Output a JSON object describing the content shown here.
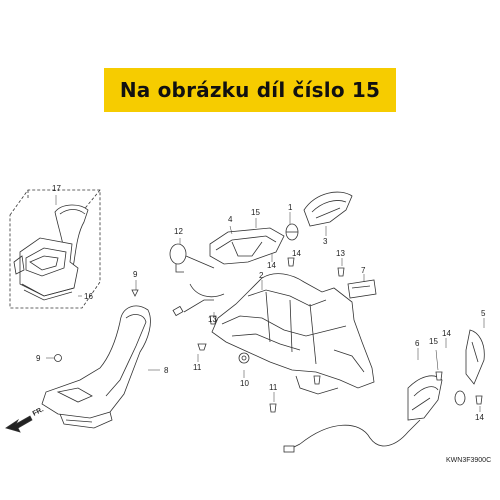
{
  "banner": {
    "text": "Na obrázku díl číslo 15",
    "color": "#f6cc00"
  },
  "diagram": {
    "code": "KWN3F3900C",
    "direction_label": "FR.",
    "callouts": [
      {
        "id": "c17",
        "label": "17"
      },
      {
        "id": "c16",
        "label": "16"
      },
      {
        "id": "c9a",
        "label": "9"
      },
      {
        "id": "c9b",
        "label": "9"
      },
      {
        "id": "c8",
        "label": "8"
      },
      {
        "id": "c12",
        "label": "12"
      },
      {
        "id": "c4",
        "label": "4"
      },
      {
        "id": "c15a",
        "label": "15"
      },
      {
        "id": "c1",
        "label": "1"
      },
      {
        "id": "c3",
        "label": "3"
      },
      {
        "id": "c14a",
        "label": "14"
      },
      {
        "id": "c14b",
        "label": "14"
      },
      {
        "id": "c13a",
        "label": "13"
      },
      {
        "id": "c2",
        "label": "2"
      },
      {
        "id": "c7",
        "label": "7"
      },
      {
        "id": "c13b",
        "label": "13"
      },
      {
        "id": "c11a",
        "label": "11"
      },
      {
        "id": "c10",
        "label": "10"
      },
      {
        "id": "c11b",
        "label": "11"
      },
      {
        "id": "c14c",
        "label": "14"
      },
      {
        "id": "c5",
        "label": "5"
      },
      {
        "id": "c6",
        "label": "6"
      },
      {
        "id": "c15b",
        "label": "15"
      },
      {
        "id": "c14d",
        "label": "14"
      }
    ]
  }
}
